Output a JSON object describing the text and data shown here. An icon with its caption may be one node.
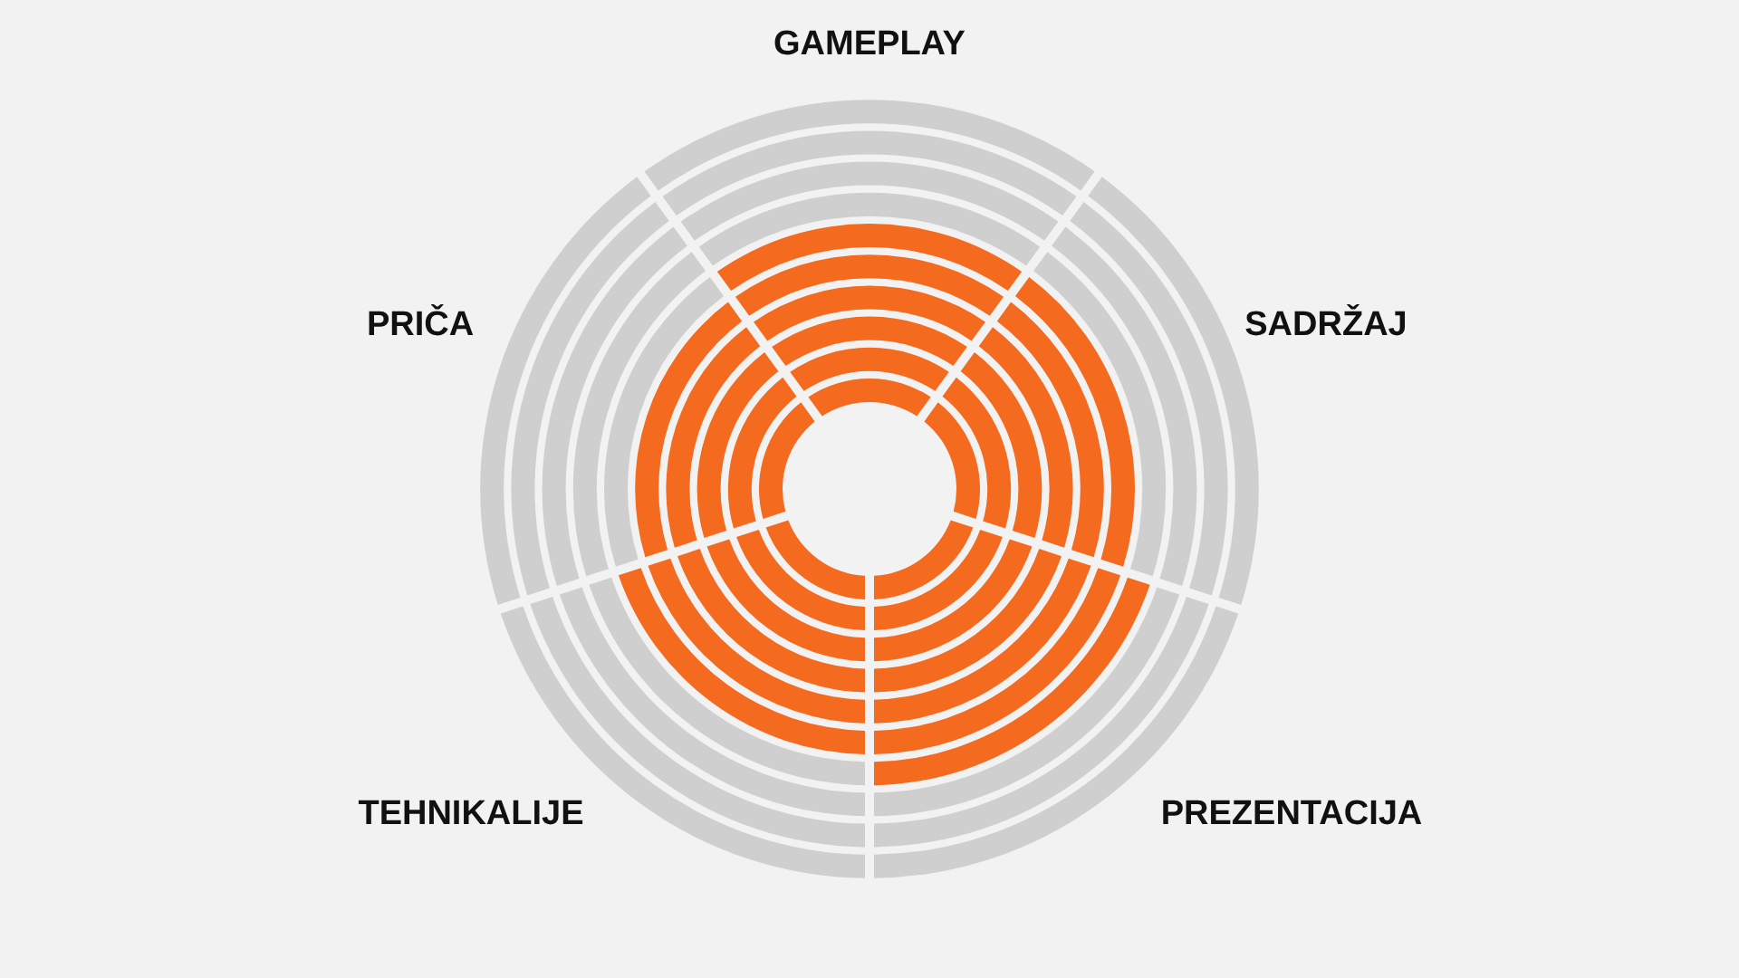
{
  "diagram": {
    "labels": [
      "GAMEPLAY",
      "PRIČA",
      "SADRŽAJ",
      "TEHNIKALIJE",
      "PREZENTACIJA"
    ]
  }
}
